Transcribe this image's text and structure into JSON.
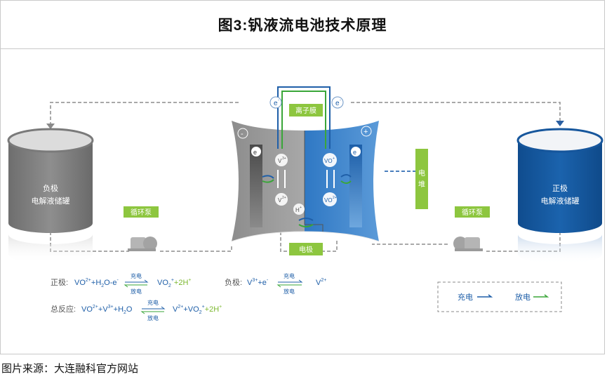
{
  "title": "图3:钒液流电池技术原理",
  "source": "图片来源：大连融科官方网站",
  "diagram": {
    "left_tank": {
      "line1": "负极",
      "line2": "电解液储罐"
    },
    "right_tank": {
      "line1": "正极",
      "line2": "电解液储罐"
    },
    "pump_left": "循环泵",
    "pump_right": "循环泵",
    "membrane": "离子膜",
    "electrode": "电极",
    "stack": {
      "c1": "电",
      "c2": "堆"
    },
    "electron": "e",
    "electron_sup": "-",
    "minus": "-",
    "plus": "+",
    "ion_v3": "V",
    "ion_v3_sup": "3+",
    "ion_v2": "V",
    "ion_v2_sup": "2+",
    "ion_vo2p": "VO",
    "ion_vo2p_sup": "+",
    "ion_vo2p_sub": "2",
    "ion_vo2pp": "VO",
    "ion_vo2pp_sup": "2+",
    "ion_h": "H",
    "ion_h_sup": "+"
  },
  "equations": {
    "pos_label": "正极:",
    "neg_label": "负极:",
    "total_label": "总反应:",
    "charge": "充电",
    "discharge": "放电",
    "pos_left": {
      "a": "VO",
      "a_sup": "2+",
      "b": "+H",
      "b_sub": "2",
      "c": "O-e",
      "c_sup": "-"
    },
    "pos_right": {
      "a": "VO",
      "a_sub": "2",
      "a_sup": "+",
      "b": "+2H",
      "b_sup": "+"
    },
    "neg_left": {
      "a": "V",
      "a_sup": "3+",
      "b": "+e",
      "b_sup": "-"
    },
    "neg_right": {
      "a": "V",
      "a_sup": "2+"
    },
    "total_left": {
      "a": "VO",
      "a_sup": "2+",
      "b": "+V",
      "b_sup": "3+",
      "c": "+H",
      "c_sub": "2",
      "d": "O"
    },
    "total_right": {
      "a": "V",
      "a_sup": "2+",
      "b": "+VO",
      "b_sub": "2",
      "b_sup": "+",
      "c": "+2H",
      "c_sup": "+"
    }
  },
  "legend": {
    "charge": "充电",
    "discharge": "放电"
  },
  "colors": {
    "blue": "#1f5fa8",
    "green": "#7cb82f",
    "dark_blue": "#16569c",
    "gray": "#8a8a8a"
  }
}
